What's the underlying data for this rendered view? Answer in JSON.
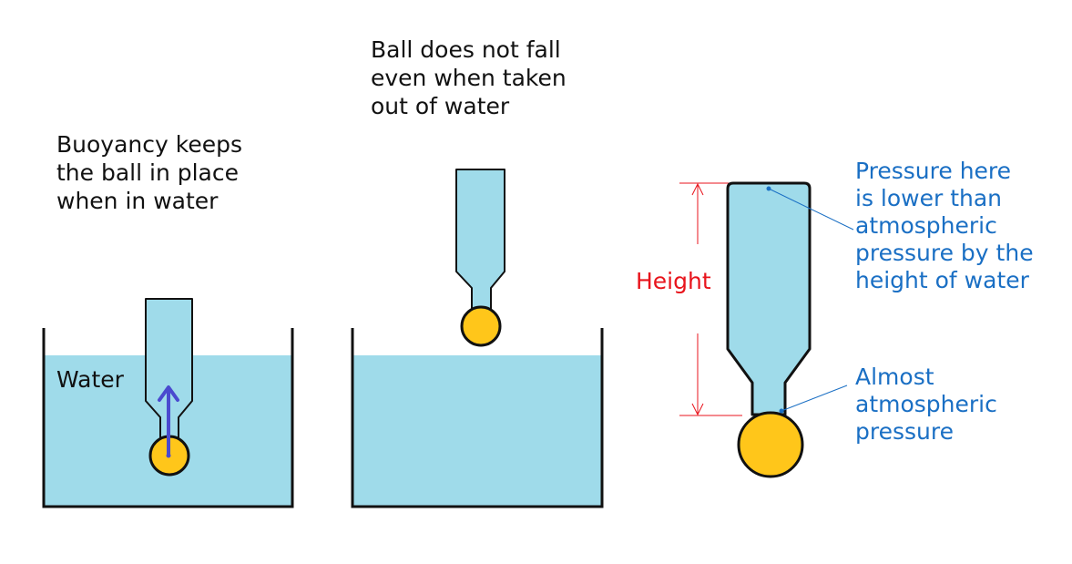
{
  "panels": {
    "in_water": {
      "caption": [
        "Buoyancy keeps",
        "the ball in place",
        "when in water"
      ],
      "water_label": "Water"
    },
    "out_of_water": {
      "caption": [
        "Ball does not fall",
        "even when taken",
        "out of water"
      ]
    },
    "pressure": {
      "height_label": "Height",
      "top_note": [
        "Pressure here",
        "is lower than",
        "atmospheric",
        "pressure by the",
        "height of water"
      ],
      "bottom_note": [
        "Almost",
        "atmospheric",
        "pressure"
      ]
    }
  },
  "colors": {
    "water": "#9fdbea",
    "ball": "#ffc61a",
    "outline": "#111111",
    "arrow": "#4a4acf",
    "dimension": "#e8141c",
    "annotation": "#1a6fc4"
  }
}
